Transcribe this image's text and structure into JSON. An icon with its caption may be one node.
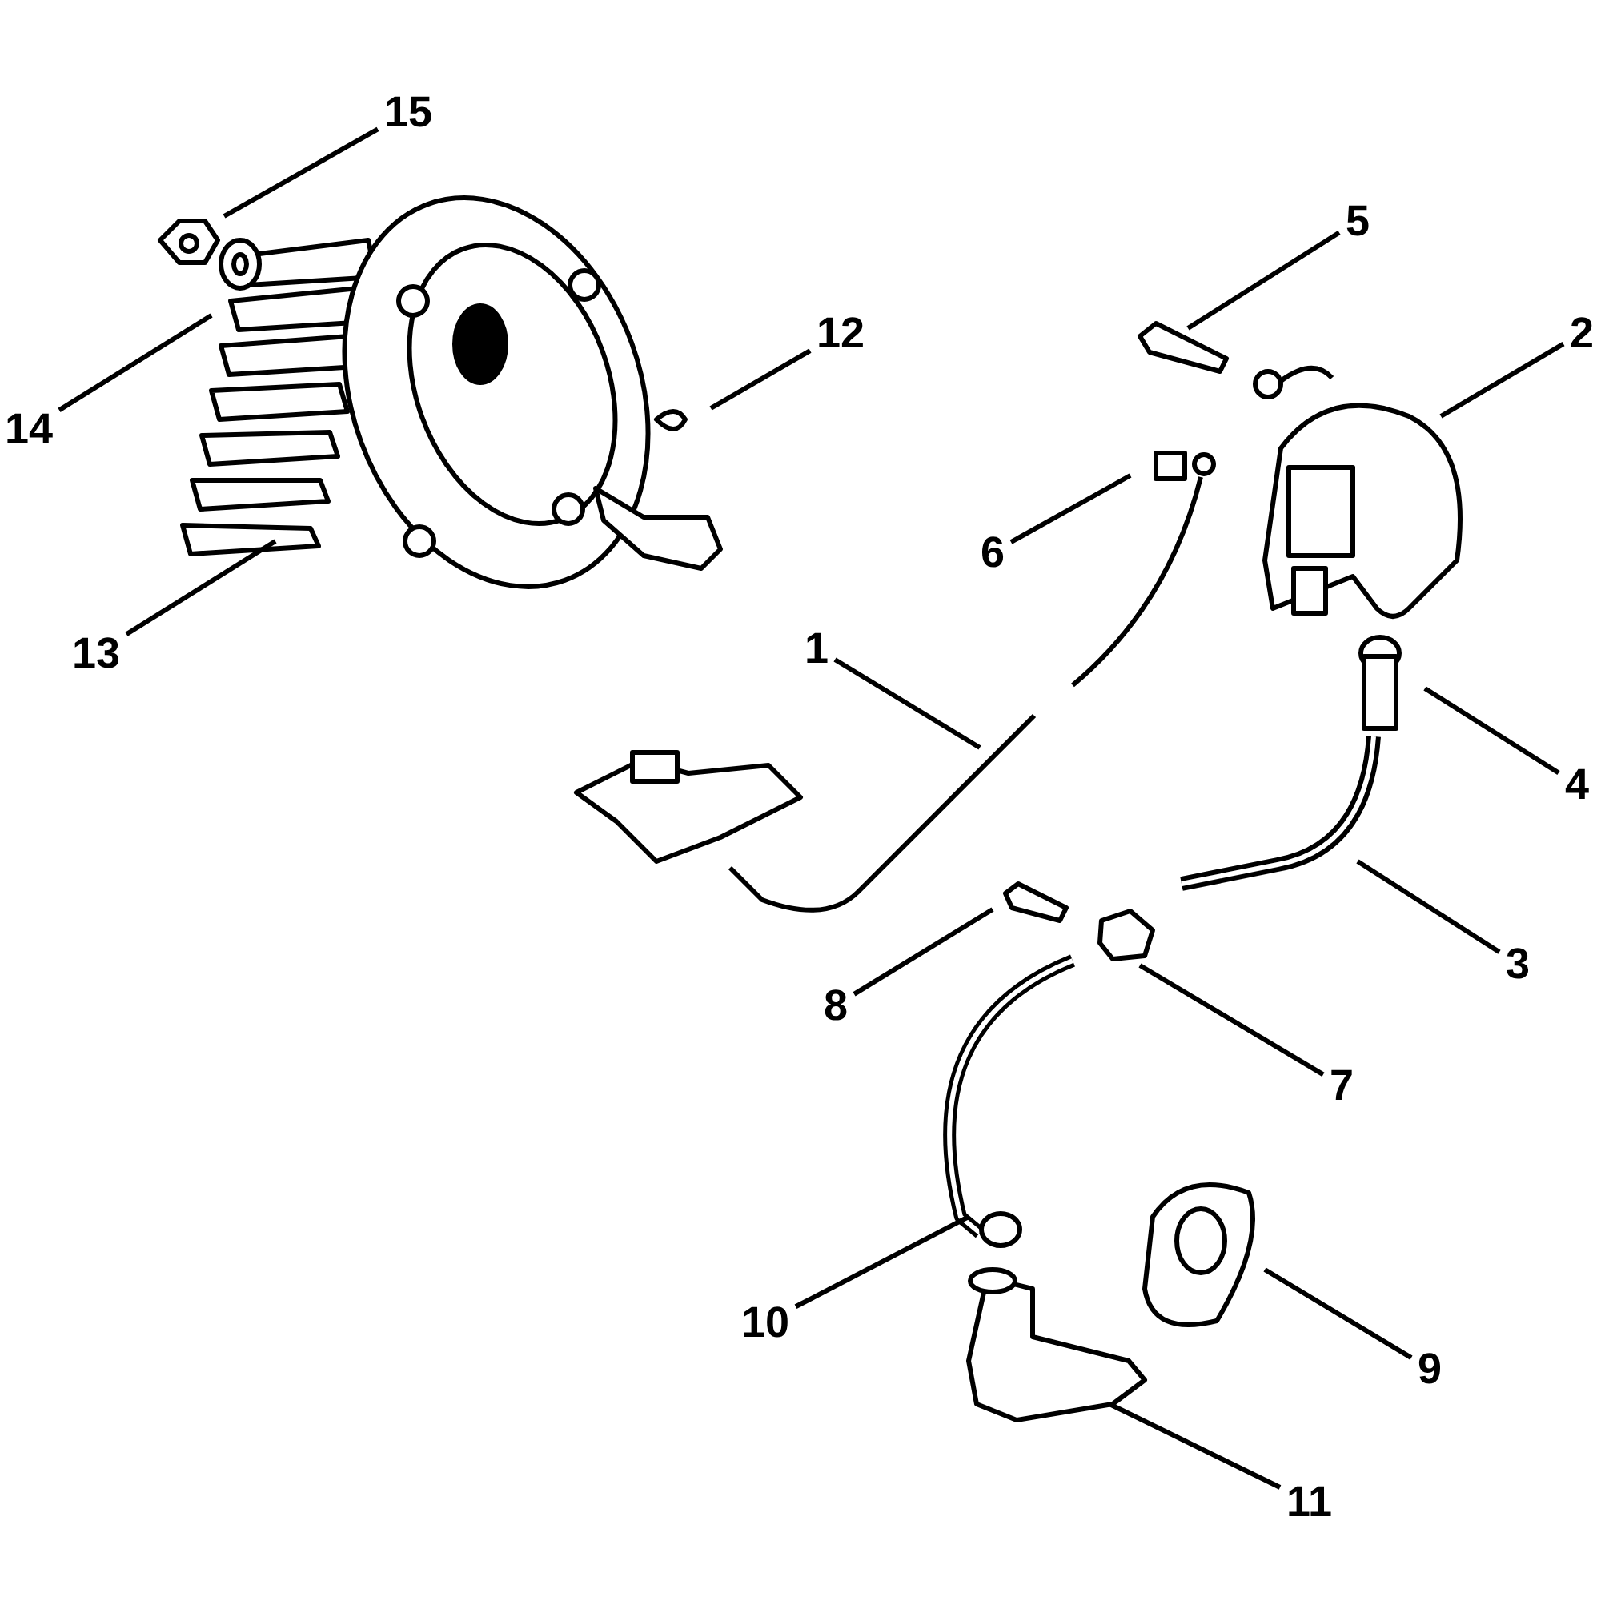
{
  "diagram": {
    "nodes": [
      {
        "text": [
          "1"
        ]
      },
      {
        "text": [
          "2"
        ]
      },
      {
        "text": [
          "3"
        ]
      },
      {
        "text": [
          "4"
        ]
      },
      {
        "text": [
          "5"
        ]
      },
      {
        "text": [
          "6"
        ]
      },
      {
        "text": [
          "7"
        ]
      },
      {
        "text": [
          "8"
        ]
      },
      {
        "text": [
          "9"
        ]
      },
      {
        "text": [
          "10"
        ]
      },
      {
        "text": [
          "11"
        ]
      },
      {
        "text": [
          "12"
        ]
      },
      {
        "text": [
          "13"
        ]
      },
      {
        "text": [
          "14"
        ]
      },
      {
        "text": [
          "15"
        ]
      }
    ],
    "edges": [
      {
        "from": 0,
        "to": null,
        "arrow": "none"
      },
      {
        "from": 1,
        "to": null,
        "arrow": "none"
      },
      {
        "from": 2,
        "to": null,
        "arrow": "none"
      },
      {
        "from": 3,
        "to": null,
        "arrow": "none"
      },
      {
        "from": 4,
        "to": null,
        "arrow": "none"
      },
      {
        "from": 5,
        "to": null,
        "arrow": "none"
      },
      {
        "from": 6,
        "to": null,
        "arrow": "none"
      },
      {
        "from": 7,
        "to": null,
        "arrow": "none"
      },
      {
        "from": 8,
        "to": null,
        "arrow": "none"
      },
      {
        "from": 9,
        "to": null,
        "arrow": "none"
      },
      {
        "from": 10,
        "to": null,
        "arrow": "none"
      },
      {
        "from": 11,
        "to": null,
        "arrow": "none"
      },
      {
        "from": 12,
        "to": null,
        "arrow": "none"
      },
      {
        "from": 13,
        "to": null,
        "arrow": "none"
      },
      {
        "from": 14,
        "to": null,
        "arrow": "none"
      }
    ]
  }
}
